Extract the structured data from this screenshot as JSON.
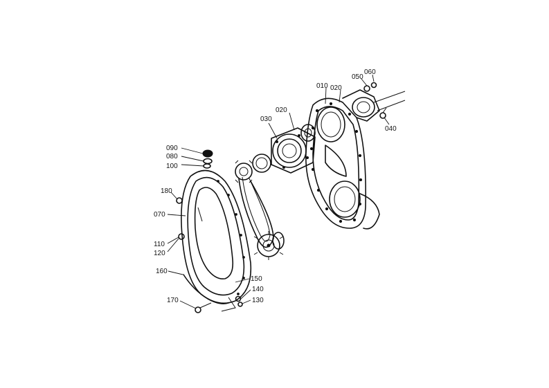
{
  "labels": {
    "p010": "010",
    "p020a": "020",
    "p020b": "020",
    "p030": "030",
    "p040": "040",
    "p050": "050",
    "p060": "060",
    "p070": "070",
    "p080": "080",
    "p090": "090",
    "p100": "100",
    "p110": "110",
    "p120": "120",
    "p130": "130",
    "p140": "140",
    "p150": "150",
    "p160": "160",
    "p170": "170",
    "p180": "180"
  }
}
